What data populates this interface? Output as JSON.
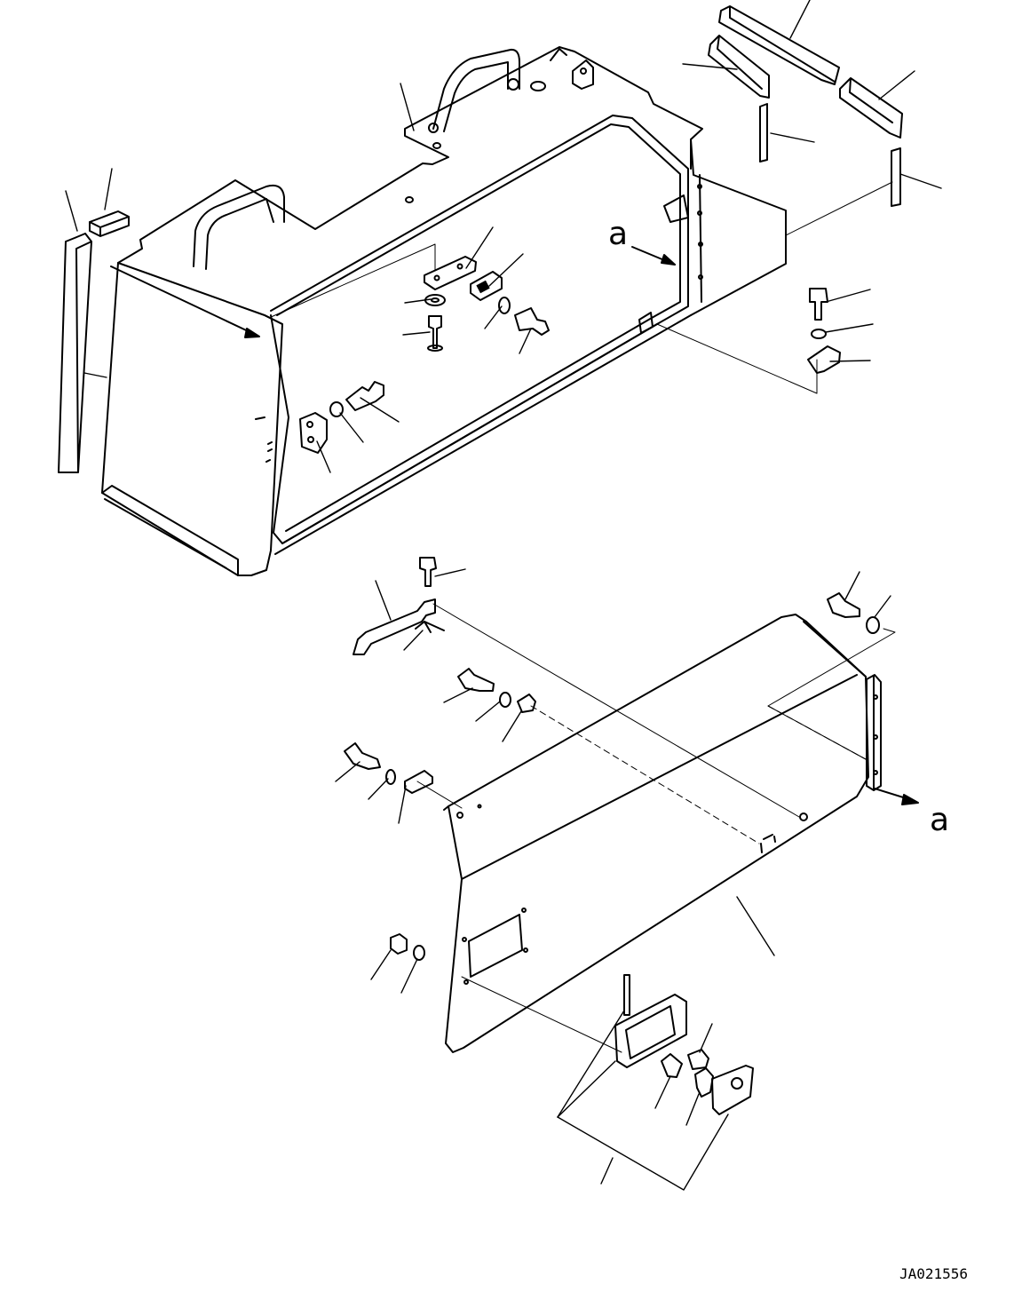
{
  "diagram": {
    "view_ref_top": "a",
    "view_ref_bottom": "a",
    "drawing_code": "JA021556",
    "line_color": "#000000",
    "background_color": "#ffffff"
  }
}
